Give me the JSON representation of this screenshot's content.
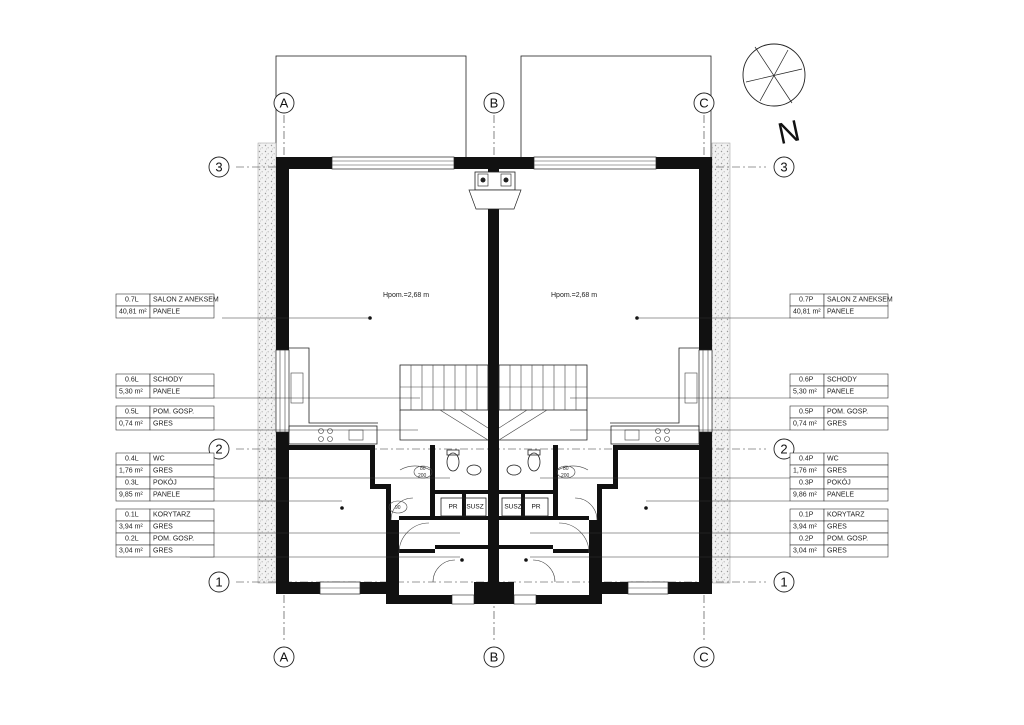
{
  "north": {
    "label": "N"
  },
  "axes": {
    "top": [
      "A",
      "B",
      "C"
    ],
    "bottom": [
      "A",
      "B",
      "C"
    ],
    "left": [
      "3",
      "2",
      "1"
    ],
    "right": [
      "3",
      "2",
      "1"
    ]
  },
  "heights": {
    "left": "Hpom.=2,68 m",
    "right": "Hpom.=2,68 m"
  },
  "rooms_left": [
    {
      "id": "0.7L",
      "name": "SALON Z ANEKSEM",
      "area": "40,81 m²",
      "floor": "PANELE"
    },
    {
      "id": "0.6L",
      "name": "SCHODY",
      "area": "5,30 m²",
      "floor": "PANELE"
    },
    {
      "id": "0.5L",
      "name": "POM. GOSP.",
      "area": "0,74 m²",
      "floor": "GRES"
    },
    {
      "id": "0.4L",
      "name": "WC",
      "area": "1,76 m²",
      "floor": "GRES"
    },
    {
      "id": "0.3L",
      "name": "POKÓJ",
      "area": "9,85 m²",
      "floor": "PANELE"
    },
    {
      "id": "0.1L",
      "name": "KORYTARZ",
      "area": "3,94 m²",
      "floor": "GRES"
    },
    {
      "id": "0.2L",
      "name": "POM. GOSP.",
      "area": "3,04 m²",
      "floor": "GRES"
    }
  ],
  "rooms_right": [
    {
      "id": "0.7P",
      "name": "SALON Z ANEKSEM",
      "area": "40,81 m²",
      "floor": "PANELE"
    },
    {
      "id": "0.6P",
      "name": "SCHODY",
      "area": "5,30 m²",
      "floor": "PANELE"
    },
    {
      "id": "0.5P",
      "name": "POM. GOSP.",
      "area": "0,74 m²",
      "floor": "GRES"
    },
    {
      "id": "0.4P",
      "name": "WC",
      "area": "1,76 m²",
      "floor": "GRES"
    },
    {
      "id": "0.3P",
      "name": "POKÓJ",
      "area": "9,86 m²",
      "floor": "PANELE"
    },
    {
      "id": "0.1P",
      "name": "KORYTARZ",
      "area": "3,94 m²",
      "floor": "GRES"
    },
    {
      "id": "0.2P",
      "name": "POM. GOSP.",
      "area": "3,04 m²",
      "floor": "GRES"
    }
  ],
  "utility_labels": {
    "pr_left": "PR",
    "susz_left": "SUSZ",
    "susz_right": "SUSZ",
    "pr_right": "PR"
  },
  "door_tags": {
    "d1": "80",
    "d1b": "200",
    "d2": "80",
    "d2b": "200",
    "d3": "90"
  }
}
